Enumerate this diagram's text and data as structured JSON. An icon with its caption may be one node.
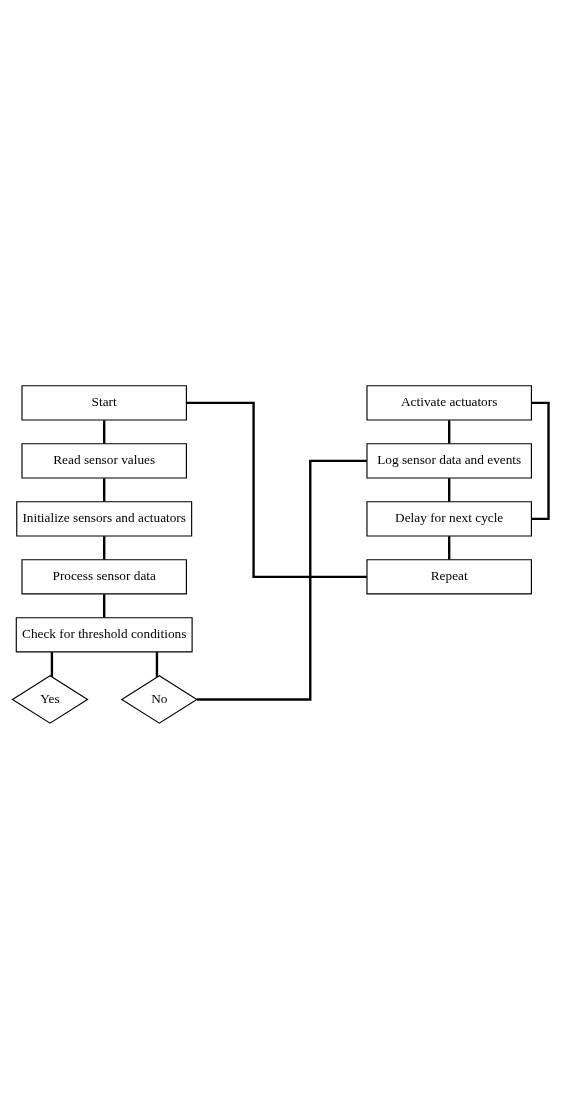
{
  "diagram": {
    "nodes": [
      {
        "text": [
          "Start"
        ]
      },
      {
        "text": [
          "Read sensor values"
        ]
      },
      {
        "text": [
          "Initialize sensors and actuators"
        ]
      },
      {
        "text": [
          "Process sensor data"
        ]
      },
      {
        "text": [
          "Check for threshold conditions"
        ]
      },
      {
        "text": [
          "Yes"
        ]
      },
      {
        "text": [
          "No"
        ]
      },
      {
        "text": [
          "Activate actuators"
        ]
      },
      {
        "text": [
          "Log sensor data and events"
        ]
      },
      {
        "text": [
          "Delay for next cycle"
        ]
      },
      {
        "text": [
          "Repeat"
        ]
      }
    ],
    "edges": [
      {
        "from": 0,
        "to": 1,
        "arrow": "none"
      },
      {
        "from": 1,
        "to": 2,
        "arrow": "none"
      },
      {
        "from": 2,
        "to": 3,
        "arrow": "none"
      },
      {
        "from": 3,
        "to": 4,
        "arrow": "none"
      },
      {
        "from": 4,
        "to": 5,
        "arrow": "none"
      },
      {
        "from": 4,
        "to": 6,
        "arrow": "none"
      },
      {
        "from": 6,
        "to": 8,
        "arrow": "none"
      },
      {
        "from": 7,
        "to": 8,
        "arrow": "none"
      },
      {
        "from": 8,
        "to": 9,
        "arrow": "none"
      },
      {
        "from": 7,
        "to": 9,
        "arrow": "none"
      },
      {
        "from": 9,
        "to": 10,
        "arrow": "none"
      },
      {
        "from": 10,
        "to": 0,
        "arrow": "none"
      }
    ]
  }
}
